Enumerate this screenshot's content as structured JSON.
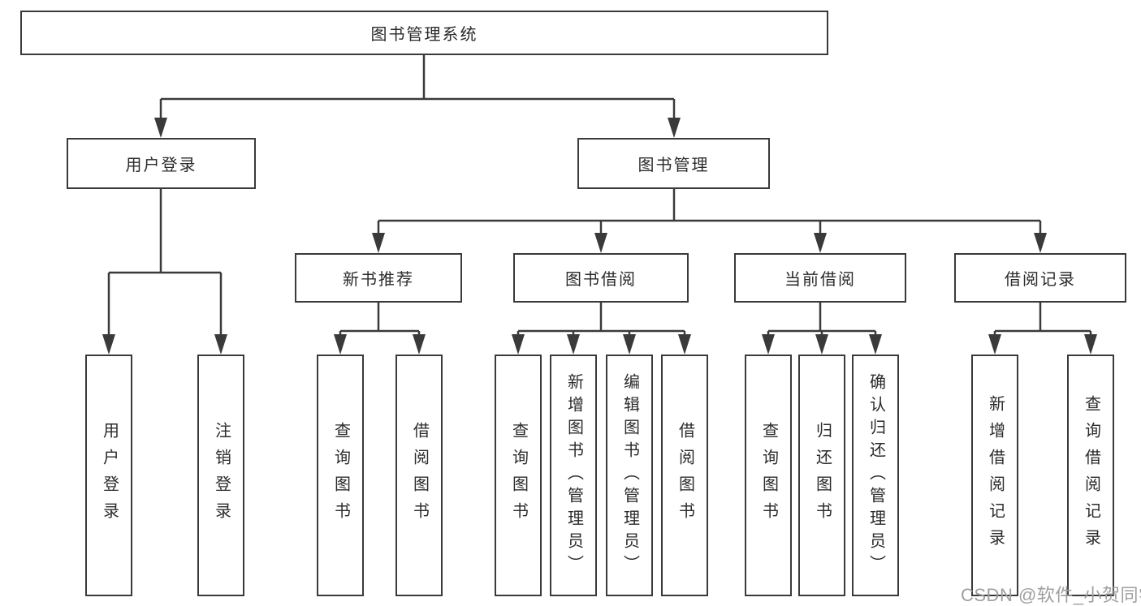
{
  "tree": {
    "root": "图书管理系统",
    "branches": [
      {
        "label": "用户登录",
        "children": [
          "用户登录",
          "注销登录"
        ]
      },
      {
        "label": "图书管理",
        "groups": [
          {
            "label": "新书推荐",
            "children": [
              "查询图书",
              "借阅图书"
            ]
          },
          {
            "label": "图书借阅",
            "children": [
              "查询图书",
              "新增图书（管理员）",
              "编辑图书（管理员）",
              "借阅图书"
            ]
          },
          {
            "label": "当前借阅",
            "children": [
              "查询图书",
              "归还图书",
              "确认归还（管理员）"
            ]
          },
          {
            "label": "借阅记录",
            "children": [
              "新增借阅记录",
              "查询借阅记录"
            ]
          }
        ]
      }
    ]
  },
  "watermark": {
    "text": "CSDN @软件_小贺同学"
  },
  "colors": {
    "line": "#3a3a3a",
    "box_border": "#3a3a3a",
    "text": "#2b2b2b",
    "watermark": "#9f9f9f",
    "background": "#ffffff"
  }
}
